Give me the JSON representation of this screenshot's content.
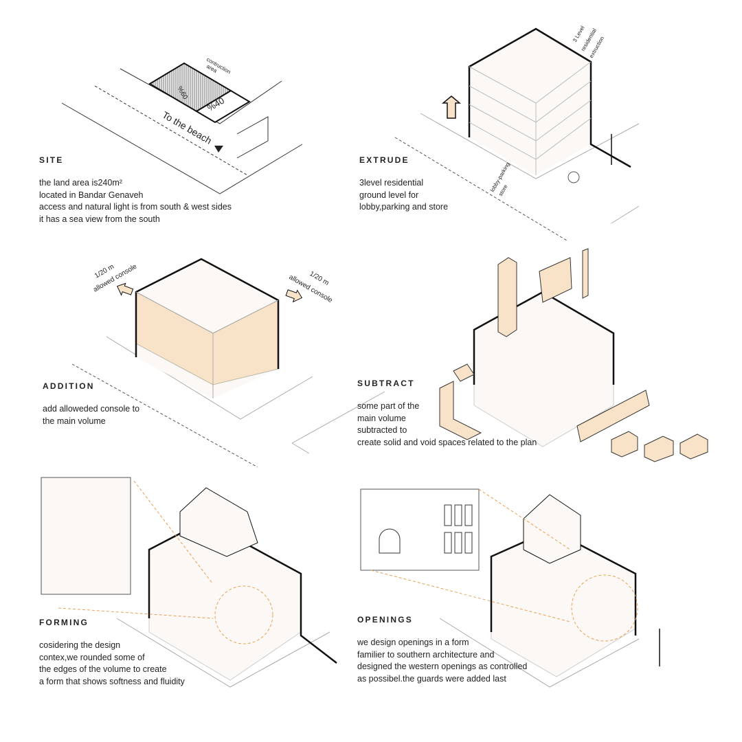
{
  "site": {
    "title": "SITE",
    "lines": [
      "the land area is240m²",
      "located in Bandar Genaveh",
      "access and natural light is from south & west sides",
      "it has a sea view from the south"
    ],
    "labels": {
      "construction": "contruction",
      "area": "area",
      "p60": "%60",
      "p40": "%40",
      "beach": "To the beach"
    }
  },
  "extrude": {
    "title": "EXTRUDE",
    "lines": [
      "3level residential",
      "ground level for",
      "lobby,parking and store"
    ],
    "labels": {
      "l1": "3 Level",
      "l2": "residential",
      "l3": "extruction",
      "g1": "lobby-parking",
      "g2": "store"
    }
  },
  "addition": {
    "title": "ADDITION",
    "lines": [
      "add alloweded console to",
      "the main volume"
    ],
    "labels": {
      "dim": "1/20 m",
      "console": "allowed console"
    }
  },
  "subtract": {
    "title": "SUBTRACT",
    "lines": [
      "some part of the",
      "main volume",
      "subtracted to",
      "create solid and void spaces related to the plan"
    ]
  },
  "forming": {
    "title": "FORMING",
    "lines": [
      "cosidering the design",
      "contex,we rounded some of",
      "the edges of the volume to create",
      "a form that shows softness and fluidity"
    ]
  },
  "openings": {
    "title": "OPENINGS",
    "lines": [
      "we design openings in a form",
      "familier to southern architecture and",
      "designed the western openings as controlled",
      "as possibel.the guards were added last"
    ]
  },
  "colors": {
    "accent": "#f9e3c8",
    "orange_dash": "#e8a050",
    "line": "#111111",
    "face": "#fbf8f5"
  }
}
